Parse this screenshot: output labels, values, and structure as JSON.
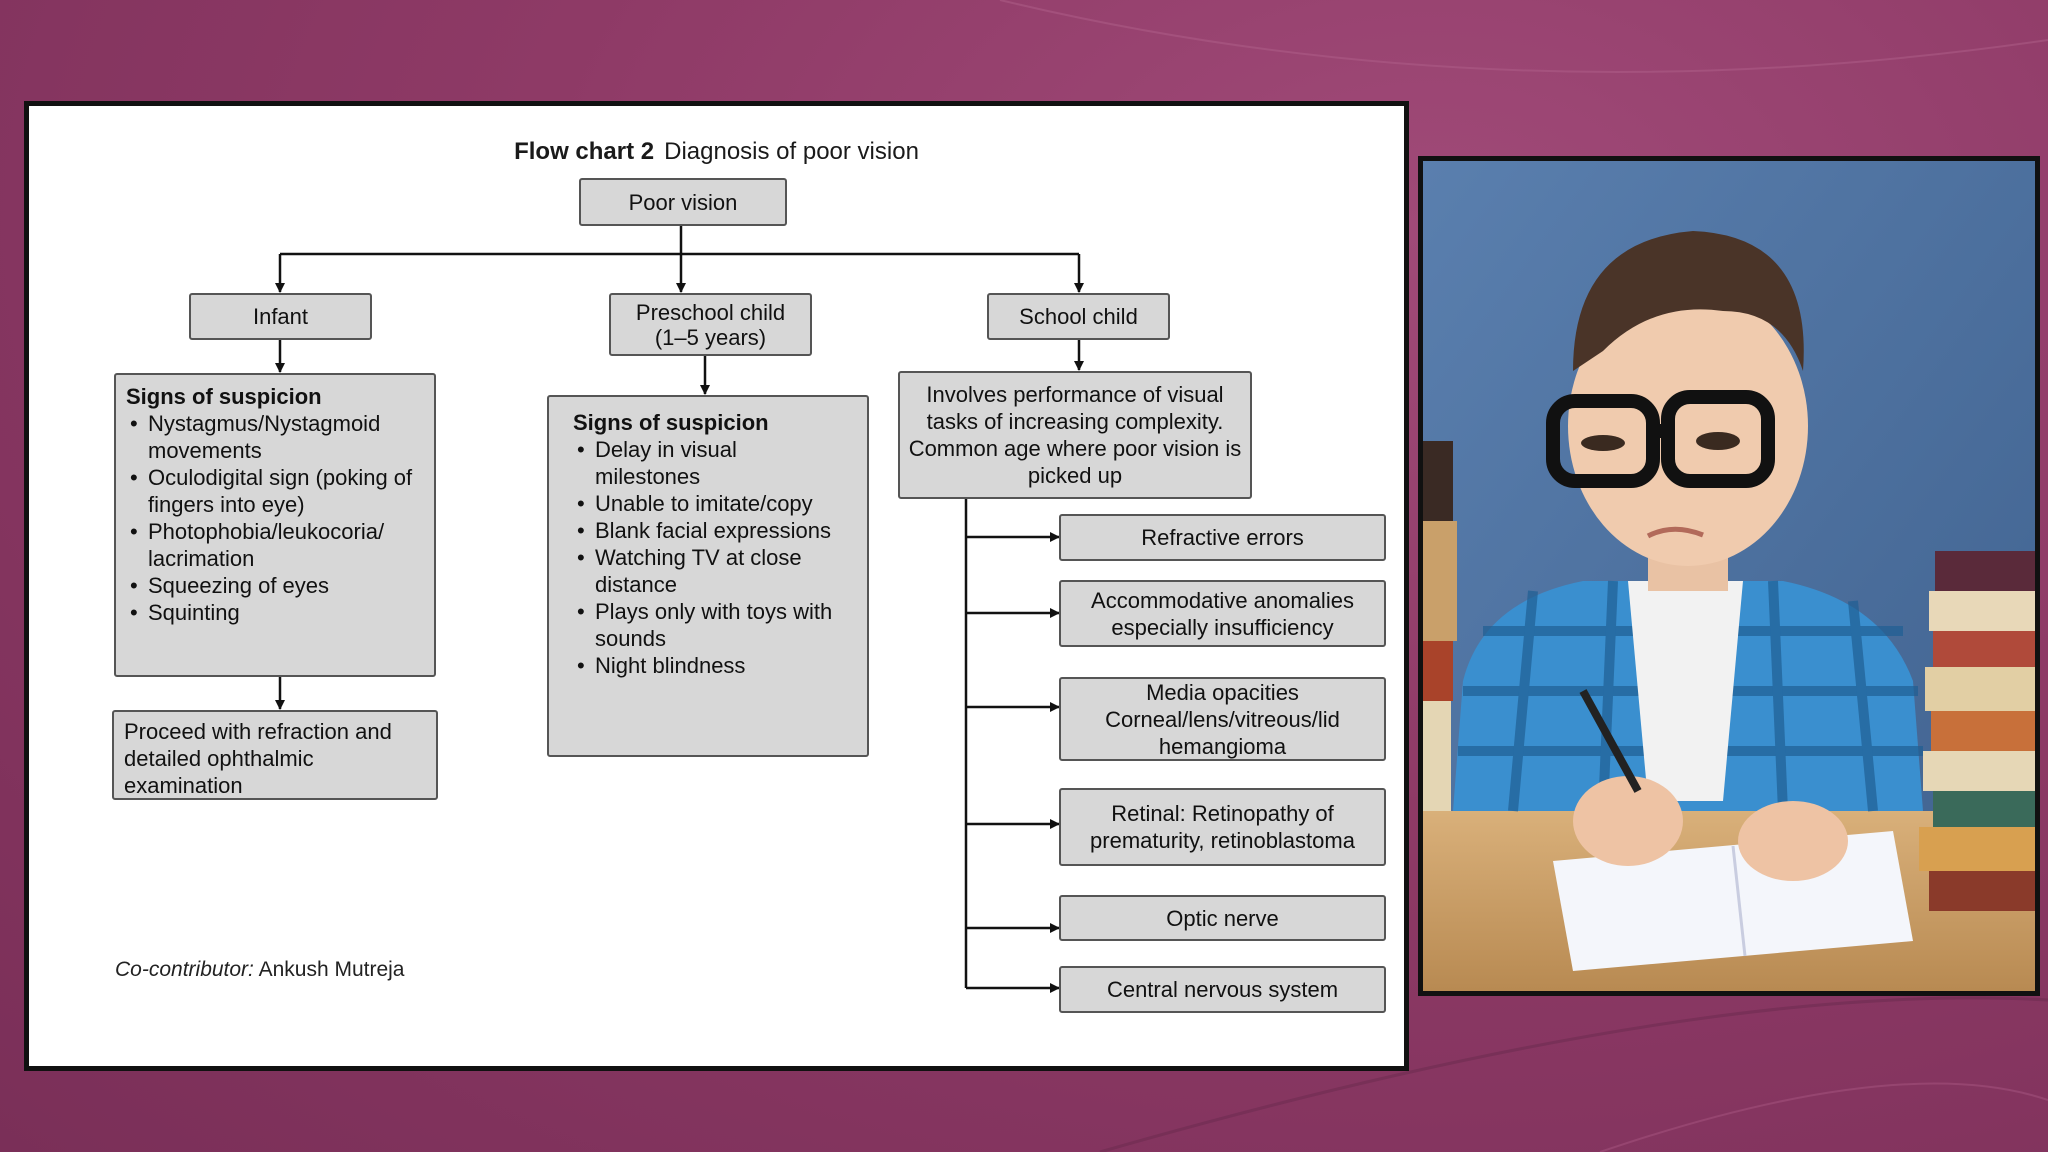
{
  "flowchart": {
    "title_bold": "Flow chart 2",
    "title_rest": "Diagnosis of poor vision",
    "root": "Poor vision",
    "infant": {
      "label": "Infant",
      "signs_title": "Signs of suspicion",
      "signs": [
        "Nystagmus/Nystagmoid movements",
        "Oculodigital sign (poking of fingers into eye)",
        "Photophobia/leukocoria/ lacrimation",
        "Squeezing of eyes",
        "Squinting"
      ],
      "action": "Proceed with refraction and detailed ophthalmic examination"
    },
    "preschool": {
      "label_line1": "Preschool child",
      "label_line2": "(1–5 years)",
      "signs_title": "Signs of suspicion",
      "signs": [
        "Delay in visual milestones",
        "Unable to imitate/copy",
        "Blank facial expressions",
        "Watching TV at close distance",
        "Plays only with toys with sounds",
        "Night blindness"
      ]
    },
    "school": {
      "label": "School child",
      "description": "Involves performance of visual tasks of increasing complexity. Common age where poor vision is picked up",
      "causes": [
        "Refractive errors",
        "Accommodative anomalies especially insufficiency",
        "Media opacities Corneal/lens/vitreous/lid hemangioma",
        "Retinal: Retinopathy of prematurity, retinoblastoma",
        "Optic nerve",
        "Central nervous system"
      ]
    },
    "credit_label": "Co-contributor:",
    "credit_name": "Ankush Mutreja"
  },
  "colors": {
    "background": "#8e3a66",
    "box_fill": "#d7d7d7",
    "box_border": "#555555",
    "line": "#111111"
  }
}
